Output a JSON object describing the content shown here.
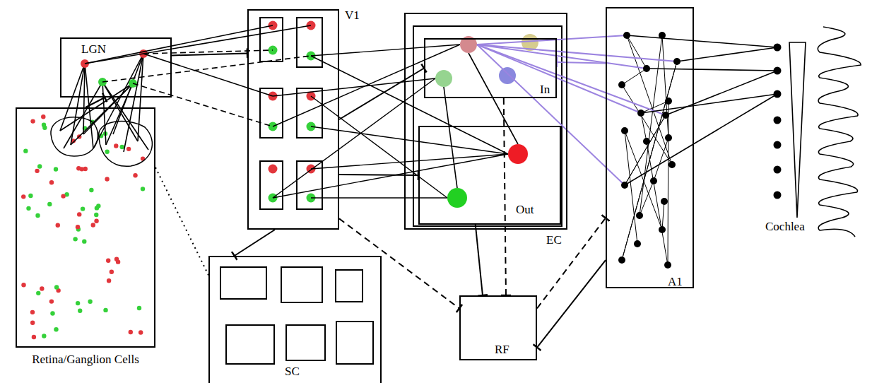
{
  "diagram": {
    "nodes": [
      {
        "text": [
          "Retina/Ganglion Cells"
        ]
      },
      {
        "text": [
          "LGN"
        ]
      },
      {
        "text": [
          "V1"
        ]
      },
      {
        "text": [
          "EC"
        ]
      },
      {
        "text": [
          "In"
        ],
        "in": 3
      },
      {
        "text": [
          "Out"
        ],
        "in": 3
      },
      {
        "text": [
          "A1"
        ]
      },
      {
        "text": [
          "RF"
        ]
      },
      {
        "text": [
          "SC"
        ]
      }
    ],
    "edges": [
      {
        "from": 0,
        "to": 1,
        "arrow": "to"
      },
      {
        "from": 1,
        "to": 2,
        "arrow": "to"
      },
      {
        "from": 2,
        "to": 8,
        "arrow": "to"
      },
      {
        "from": 0,
        "to": 8,
        "arrow": "none"
      },
      {
        "from": 2,
        "to": 4,
        "arrow": "to"
      },
      {
        "from": 2,
        "to": 5,
        "arrow": "to"
      },
      {
        "from": 6,
        "to": 4,
        "arrow": "to"
      },
      {
        "from": 5,
        "to": 7,
        "arrow": "to"
      },
      {
        "from": 4,
        "to": 7,
        "arrow": "to"
      },
      {
        "from": 2,
        "to": 7,
        "arrow": "to"
      },
      {
        "from": 7,
        "to": 6,
        "arrow": "to"
      },
      {
        "from": 6,
        "to": 7,
        "arrow": "to"
      }
    ],
    "labels": [
      "Cochlea"
    ]
  }
}
